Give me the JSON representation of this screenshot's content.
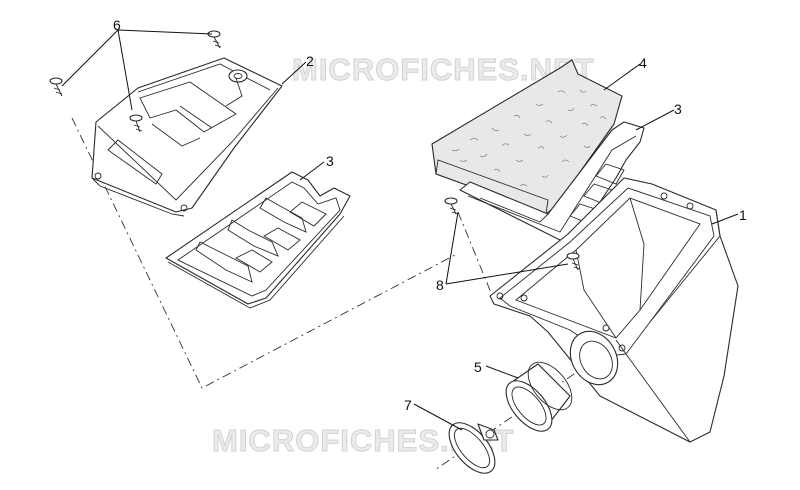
{
  "watermark": {
    "text": "MICROFICHES.NET"
  },
  "callouts": [
    {
      "id": "1",
      "label": "1"
    },
    {
      "id": "2",
      "label": "2"
    },
    {
      "id": "3a",
      "label": "3"
    },
    {
      "id": "3b",
      "label": "3"
    },
    {
      "id": "4",
      "label": "4"
    },
    {
      "id": "5",
      "label": "5"
    },
    {
      "id": "6",
      "label": "6"
    },
    {
      "id": "7",
      "label": "7"
    },
    {
      "id": "8",
      "label": "8"
    }
  ]
}
